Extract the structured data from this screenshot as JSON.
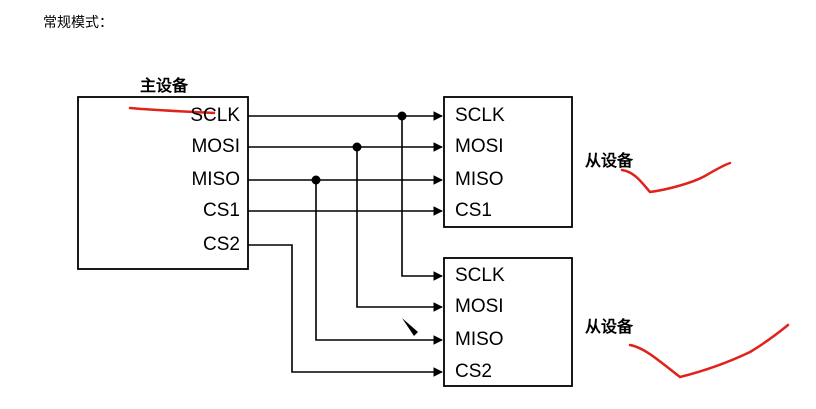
{
  "caption": "常规模式：",
  "master": {
    "label": "主设备",
    "pins": [
      "SCLK",
      "MOSI",
      "MISO",
      "CS1",
      "CS2"
    ]
  },
  "slave1": {
    "label": "从设备",
    "pins": [
      "SCLK",
      "MOSI",
      "MISO",
      "CS1"
    ]
  },
  "slave2": {
    "label": "从设备",
    "pins": [
      "SCLK",
      "MOSI",
      "MISO",
      "CS2"
    ]
  },
  "colors": {
    "line": "#000000",
    "annotation": "#e0221b"
  }
}
